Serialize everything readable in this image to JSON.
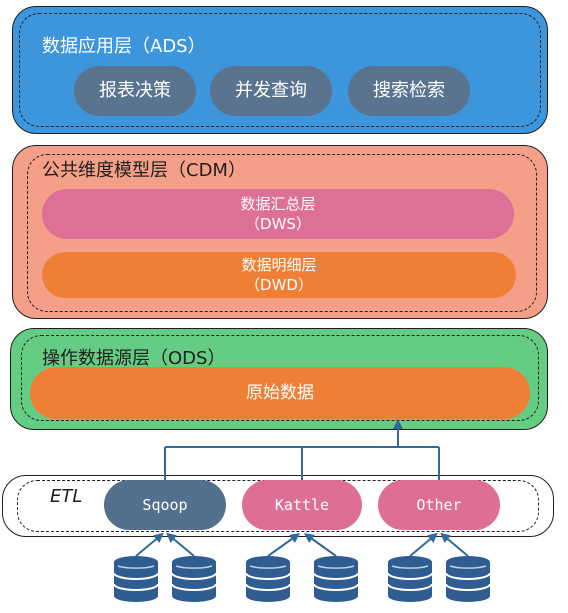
{
  "ads": {
    "title": "数据应用层（ADS）",
    "items": [
      "报表决策",
      "并发查询",
      "搜索检索"
    ]
  },
  "cdm": {
    "title": "公共维度模型层（CDM）",
    "dws": {
      "name": "数据汇总层",
      "code": "（DWS）"
    },
    "dwd": {
      "name": "数据明细层",
      "code": "（DWD）"
    }
  },
  "ods": {
    "title": "操作数据源层（ODS）",
    "raw": "原始数据"
  },
  "etl": {
    "title": "ETL",
    "tools": [
      "Sqoop",
      "Kattle",
      "Other"
    ]
  },
  "colors": {
    "ads_bg": "#3d95dc",
    "ads_pill": "#5a748f",
    "cdm_bg": "#f4a088",
    "dws_pill": "#de6f96",
    "dwd_pill": "#ef7f35",
    "ods_bg": "#65cc83",
    "ods_pill": "#ef7f35",
    "sqoop": "#54708f",
    "kattle": "#de6e96",
    "other": "#de6e96",
    "arrow": "#2f6a9a",
    "db": "#2f5d92"
  }
}
